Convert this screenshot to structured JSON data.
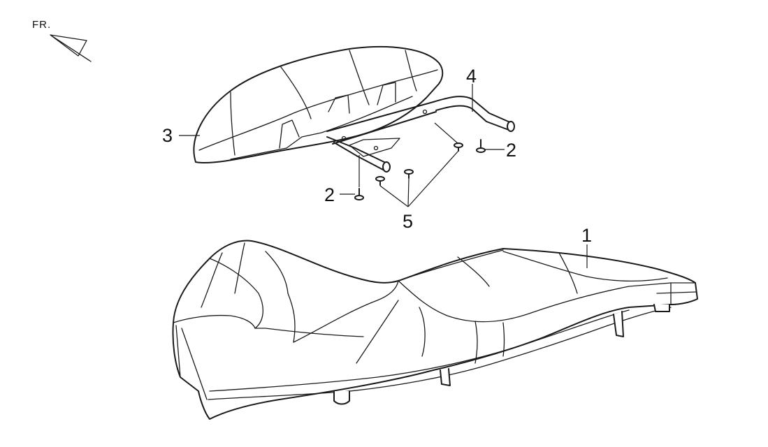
{
  "orientation": {
    "label": "FR."
  },
  "callouts": {
    "main_seat": "1",
    "bolt_right": "2",
    "bolt_left": "2",
    "rear_seat": "3",
    "grab_bar": "4",
    "screws": "5"
  },
  "colors": {
    "line": "#1a1a1a",
    "background": "#ffffff"
  }
}
